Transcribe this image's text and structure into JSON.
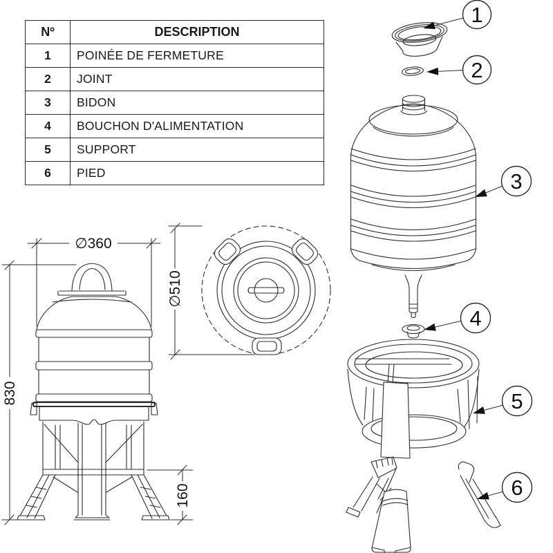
{
  "table": {
    "header": {
      "no": "Nº",
      "description": "DESCRIPTION"
    },
    "rows": [
      {
        "no": "1",
        "description": "POINÉE DE FERMETURE"
      },
      {
        "no": "2",
        "description": "JOINT"
      },
      {
        "no": "3",
        "description": "BIDON"
      },
      {
        "no": "4",
        "description": "BOUCHON D'ALIMENTATION"
      },
      {
        "no": "5",
        "description": "SUPPORT"
      },
      {
        "no": "6",
        "description": "PIED"
      }
    ]
  },
  "callouts": [
    {
      "number": "1"
    },
    {
      "number": "2"
    },
    {
      "number": "3"
    },
    {
      "number": "4"
    },
    {
      "number": "5"
    },
    {
      "number": "6"
    }
  ],
  "dimensions": {
    "front_diameter": "∅360",
    "front_height": "830",
    "leg_height": "160",
    "top_diameter": "∅510"
  },
  "colors": {
    "line": "#2b2b2b",
    "background": "#ffffff",
    "text": "#111111"
  }
}
